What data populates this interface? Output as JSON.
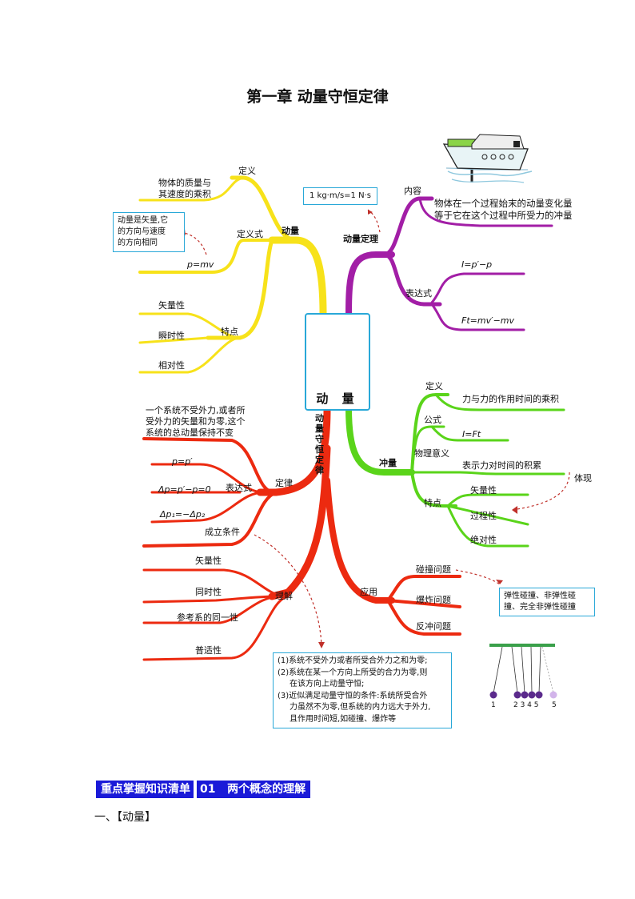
{
  "title": "第一章 动量守恒定律",
  "center": {
    "label": "动 量"
  },
  "momentum": {
    "branch": "动量",
    "def_label": "定义",
    "def_text": [
      "物体的质量与",
      "其速度的乘积"
    ],
    "formula_label": "定义式",
    "formula": "p=mv",
    "vector_note": [
      "动量是矢量,它",
      "的方向与速度",
      "的方向相同"
    ],
    "traits_label": "特点",
    "traits": [
      "矢量性",
      "瞬时性",
      "相对性"
    ]
  },
  "theorem": {
    "branch": "动量定理",
    "unit_note": "1 kg·m/s=1 N·s",
    "content_label": "内容",
    "content_text": [
      "物体在一个过程始末的动量变化量",
      "等于它在这个过程中所受力的冲量"
    ],
    "expr_label": "表达式",
    "expr1": "I=p′−p",
    "expr2": "Ft=mv′−mv"
  },
  "impulse": {
    "branch": "冲量",
    "def_label": "定义",
    "def_text": "力与力的作用时间的乘积",
    "formula_label": "公式",
    "formula": "I=Ft",
    "meaning_label": "物理意义",
    "meaning_text": "表示力对时间的积累",
    "embody": "体现",
    "traits_label": "特点",
    "traits": [
      "矢量性",
      "过程性",
      "绝对性"
    ]
  },
  "conservation": {
    "branch": "动量守恒定律",
    "intro": [
      "一个系统不受外力,或者所",
      "受外力的矢量和为零,这个",
      "系统的总动量保持不变"
    ],
    "law_label": "定律",
    "expr_label": "表达式",
    "exprs": [
      "p=p′",
      "Δp=p′−p=0",
      "Δp₁=−Δp₂"
    ],
    "cond_label": "成立条件",
    "understand_label": "理解",
    "understand": [
      "矢量性",
      "同时性",
      "参考系的同一性",
      "普适性"
    ],
    "conditions": [
      "(1)系统不受外力或者所受合外力之和为零;",
      "(2)系统在某一个方向上所受的合力为零,则",
      "在该方向上动量守恒;",
      "(3)近似满足动量守恒的条件:系统所受合外",
      "力虽然不为零,但系统的内力远大于外力,",
      "且作用时间短,如碰撞、爆炸等"
    ]
  },
  "application": {
    "branch": "应用",
    "items": [
      "碰撞问题",
      "爆炸问题",
      "反冲问题"
    ],
    "collision_note": [
      "弹性碰撞、非弹性碰",
      "撞、完全非弹性碰撞"
    ]
  },
  "cradle": {
    "left": "1",
    "middle": "2 3 4 5",
    "right": "5"
  },
  "section_band": {
    "left": "重点掌握知识清单",
    "num": "01",
    "right": "两个概念的理解"
  },
  "subheading": "一、【动量】",
  "colors": {
    "yellow": "#f7e21a",
    "purple": "#a21ea6",
    "green": "#5ad41a",
    "red": "#ec2a10",
    "accent": "#29a8d8",
    "band": "#1a1ad8"
  }
}
